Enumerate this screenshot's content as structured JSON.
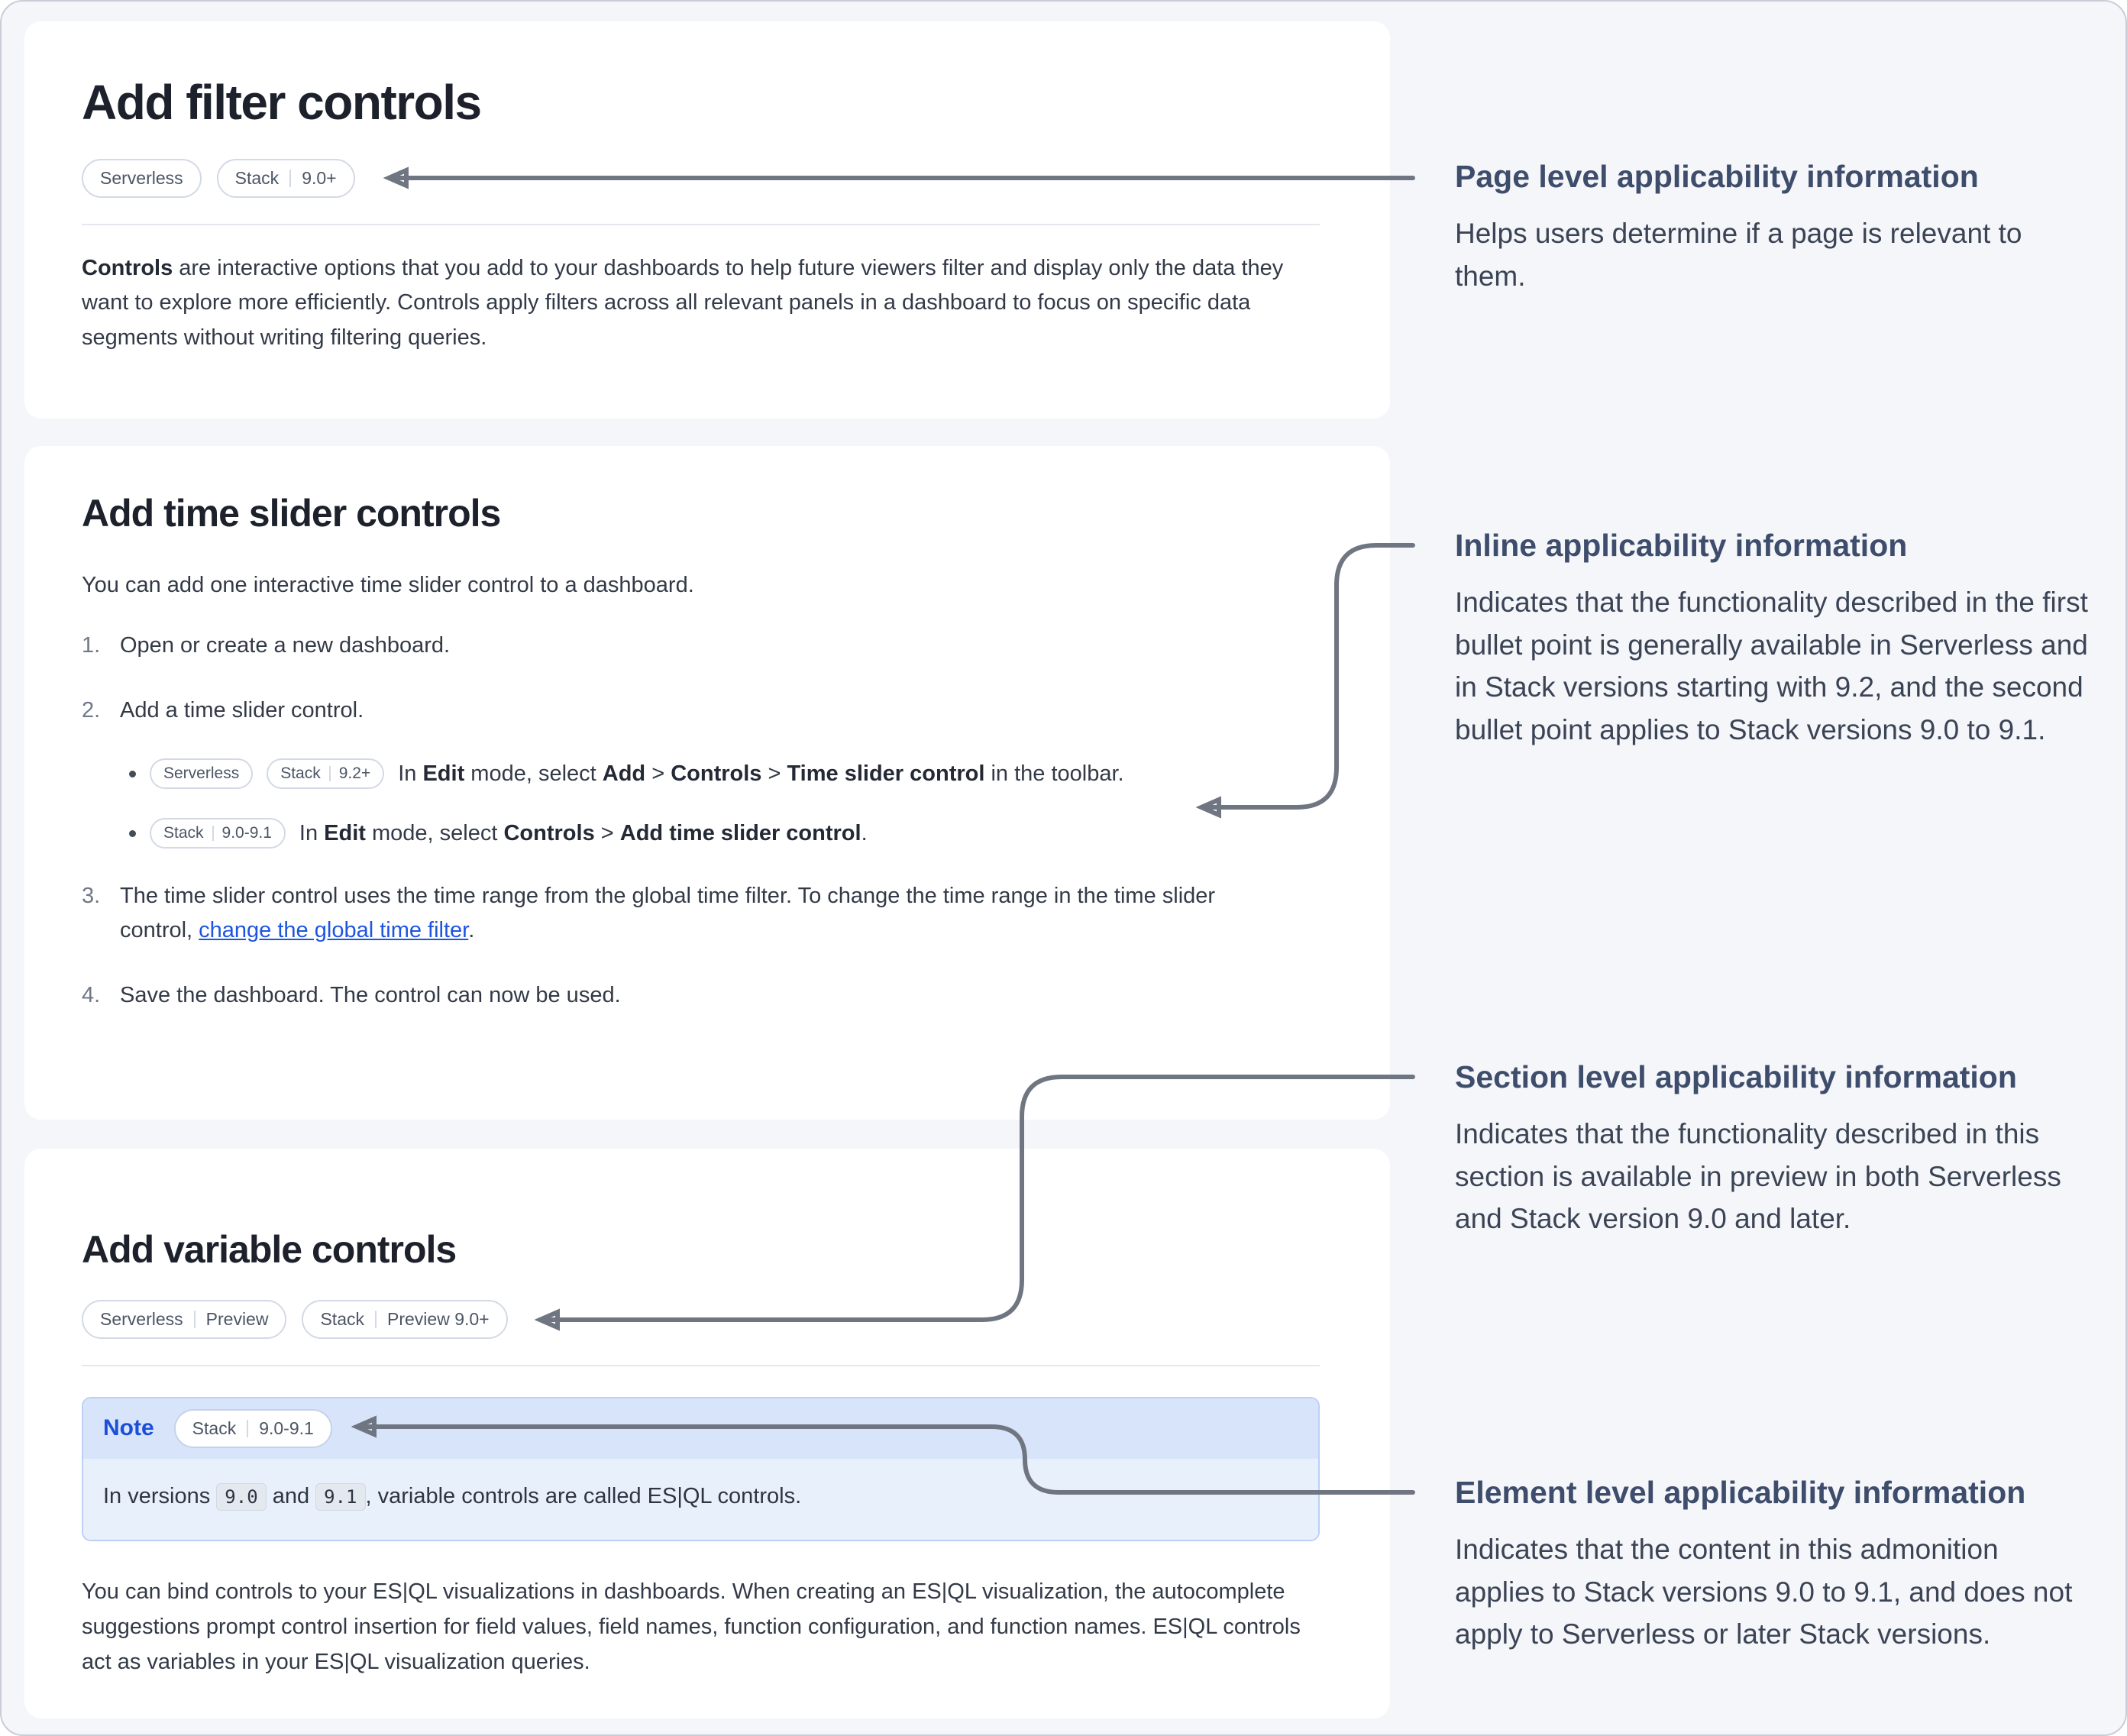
{
  "card1": {
    "title": "Add filter controls",
    "badges": {
      "serverless": [
        "Serverless"
      ],
      "stack": [
        "Stack",
        "9.0+"
      ]
    },
    "paragraph": [
      {
        "t": "Controls",
        "b": true
      },
      {
        "t": " are interactive options that you add to your dashboards to help future viewers filter and display only the data they want to explore more efficiently. Controls apply filters across all relevant panels in a dashboard to focus on specific data segments without writing filtering queries."
      }
    ]
  },
  "card2": {
    "title": "Add time slider controls",
    "intro": "You can add one interactive time slider control to a dashboard.",
    "steps": [
      {
        "num": "1.",
        "runs": [
          {
            "t": "Open or create a new dashboard."
          }
        ]
      },
      {
        "num": "2.",
        "runs": [
          {
            "t": "Add a time slider control."
          }
        ]
      },
      {
        "num": "3.",
        "runs": [
          {
            "t": "The time slider control uses the time range from the global time filter. To change the time range in the time slider control, "
          },
          {
            "t": "change the global time filter",
            "link": true
          },
          {
            "t": "."
          }
        ]
      },
      {
        "num": "4.",
        "runs": [
          {
            "t": "Save the dashboard. The control can now be used."
          }
        ]
      }
    ],
    "bullets": [
      {
        "badges": [
          [
            "Serverless"
          ],
          [
            "Stack",
            "9.2+"
          ]
        ],
        "runs": [
          {
            "t": "In "
          },
          {
            "t": "Edit",
            "b": true
          },
          {
            "t": " mode, select "
          },
          {
            "t": "Add",
            "b": true
          },
          {
            "t": " > "
          },
          {
            "t": "Controls",
            "b": true
          },
          {
            "t": " > "
          },
          {
            "t": "Time slider control",
            "b": true
          },
          {
            "t": " in the toolbar."
          }
        ]
      },
      {
        "badges": [
          [
            "Stack",
            "9.0-9.1"
          ]
        ],
        "runs": [
          {
            "t": "In "
          },
          {
            "t": "Edit",
            "b": true
          },
          {
            "t": " mode, select "
          },
          {
            "t": "Controls",
            "b": true
          },
          {
            "t": " > "
          },
          {
            "t": "Add time slider control",
            "b": true
          },
          {
            "t": "."
          }
        ]
      }
    ]
  },
  "card3": {
    "title": "Add variable controls",
    "badges": {
      "serverless": [
        "Serverless",
        "Preview"
      ],
      "stack": [
        "Stack",
        "Preview 9.0+"
      ]
    },
    "note": {
      "label": "Note",
      "badge": [
        "Stack",
        "9.0-9.1"
      ],
      "runs": [
        {
          "t": "In versions "
        },
        {
          "t": "9.0",
          "code": true
        },
        {
          "t": " and "
        },
        {
          "t": "9.1",
          "code": true
        },
        {
          "t": ", variable controls are called ES|QL controls."
        }
      ]
    },
    "paragraph": [
      {
        "t": "You can bind controls to your ES|QL visualizations in dashboards. When creating an ES|QL visualization, the autocomplete suggestions prompt control insertion for field values, field names, function configuration, and function names. ES|QL controls act as variables in your ES|QL visualization queries."
      }
    ]
  },
  "annotations": [
    {
      "heading": "Page level applicability information",
      "body": "Helps users determine if a page is relevant to them."
    },
    {
      "heading": "Inline applicability information",
      "body": "Indicates that the functionality described in the first bullet point is generally available in Serverless and in Stack versions starting with 9.2, and the second bullet point applies to Stack versions 9.0 to 9.1."
    },
    {
      "heading": "Section level applicability information",
      "body": "Indicates that the functionality described in this section is available in preview in both Serverless and Stack version 9.0 and later."
    },
    {
      "heading": "Element level applicability information",
      "body": "Indicates that the content in this admonition applies to Stack versions 9.0 to 9.1, and does not apply to Serverless or later Stack versions."
    }
  ],
  "colors": {
    "accent_link": "#1d55e0",
    "note_label": "#1c4fd8",
    "arrow": "#6f7682",
    "annotation_heading": "#3e4d6c"
  }
}
